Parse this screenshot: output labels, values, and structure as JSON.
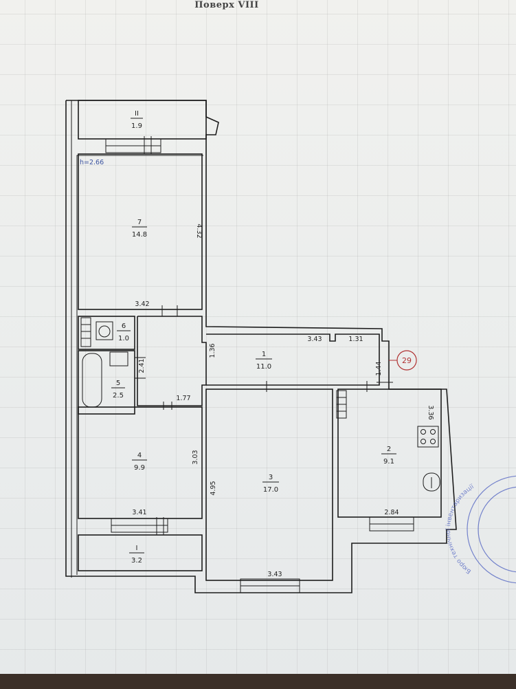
{
  "floor_title": "Поверх VIII",
  "ceiling_height": "h=2.66",
  "apartment_number": "29",
  "rooms": [
    {
      "id": "1",
      "area": "11.0"
    },
    {
      "id": "2",
      "area": "9.1"
    },
    {
      "id": "3",
      "area": "17.0"
    },
    {
      "id": "4",
      "area": "9.9"
    },
    {
      "id": "5",
      "area": "2.5"
    },
    {
      "id": "6",
      "area": "1.0"
    },
    {
      "id": "7",
      "area": "14.8"
    },
    {
      "id": "I",
      "area": "3.2"
    },
    {
      "id": "II",
      "area": "1.9"
    }
  ],
  "dimensions": {
    "room7_height": "4.32",
    "room7_width": "3.42",
    "hall_height": "1.36",
    "hall_width_a": "3.43",
    "hall_width_b": "1.31",
    "hall_right": "1.44",
    "bath_height": "2.41",
    "corridor_width": "1.77",
    "room4_height": "3.03",
    "room4_width": "3.41",
    "room3_height": "4.95",
    "room3_width": "3.43",
    "kitchen_height": "3.36",
    "kitchen_width": "2.84"
  },
  "stamp_text": "Бюро технічної інвентаризації",
  "colors": {
    "wall": "#1c1c1c",
    "stamp": "#4b5ec0",
    "apartment_marker": "#b03030"
  }
}
